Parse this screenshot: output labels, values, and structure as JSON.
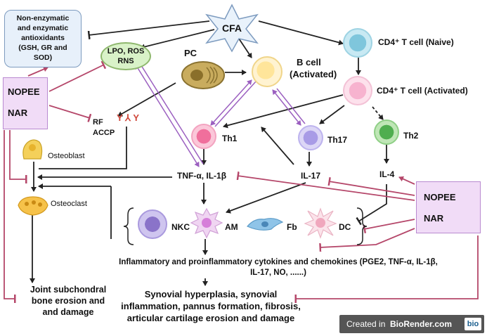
{
  "nodes": {
    "cfa": "CFA",
    "antioxidants": [
      "Non-enzymatic",
      "and enzymatic",
      "antioxidants",
      "(GSH, GR and",
      "SOD)"
    ],
    "lpo": [
      "LPO, ROS",
      "RNS"
    ],
    "nopee_left": [
      "NOPEE",
      "NAR"
    ],
    "nopee_right": [
      "NOPEE",
      "NAR"
    ],
    "pc": "PC",
    "b_cell": [
      "B cell",
      "(Activated)"
    ],
    "cd4_naive": "CD4⁺ T cell (Naive)",
    "cd4_activated": "CD4⁺ T cell (Activated)",
    "rf_accp": [
      "RF",
      "ACCP"
    ],
    "osteoblast": "Osteoblast",
    "osteoclast": "Osteoclast",
    "th1": "Th1",
    "th17": "Th17",
    "th2": "Th2",
    "tnf": "TNF-α, IL-1β",
    "il17": "IL-17",
    "il4": "IL-4",
    "nkc": "NKC",
    "am": "AM",
    "fb": "Fb",
    "dc": "DC",
    "inflammatory": [
      "Inflammatory and proinflammatory cytokines and chemokines (PGE2, TNF-α, IL-1β,",
      "IL-17, NO, ......)"
    ],
    "joint": [
      "Joint subchondral",
      "bone erosion and",
      "and damage"
    ],
    "synovial": [
      "Synovial hyperplasia, synovial",
      "inflammation, pannus formation, fibrosis,",
      "articular cartilage erosion and damage"
    ]
  },
  "footer": {
    "created_in": "Created in ",
    "brand": "BioRender.com",
    "logo": "bio"
  },
  "colors": {
    "inhibit": "#b5476a",
    "activate": "#222222",
    "bidirectional": "#9b5fc0",
    "antioxidant_box": "#e7f0fa",
    "nopee_box": "#f1dcf7",
    "lpo_box": "#d9f2c8",
    "footer_bg": "#555555"
  }
}
